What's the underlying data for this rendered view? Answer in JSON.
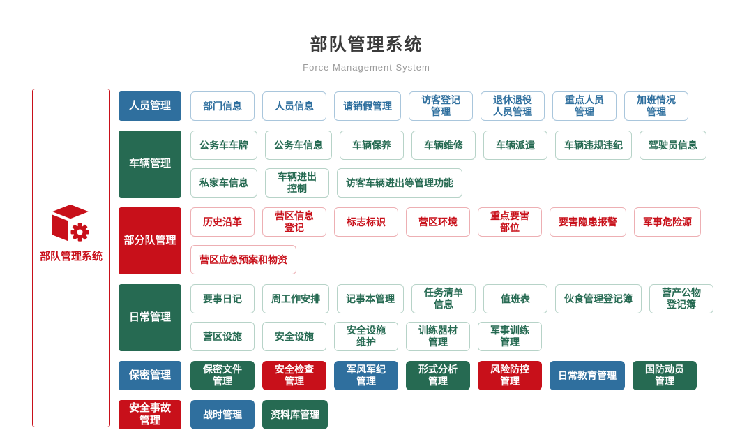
{
  "title": "部队管理系统",
  "subtitle": "Force Management System",
  "root": {
    "label": "部队管理系统",
    "icon": "cube-gear-icon"
  },
  "palette": {
    "blue": "#2f6f9e",
    "green": "#266a52",
    "red": "#c8101a"
  },
  "rows": [
    {
      "id": "personnel",
      "category": {
        "label": "人员管理",
        "color": "blue"
      },
      "lines": [
        [
          {
            "label": "部门信息",
            "color": "blue",
            "style": "outline"
          },
          {
            "label": "人员信息",
            "color": "blue",
            "style": "outline"
          },
          {
            "label": "请销假管理",
            "color": "blue",
            "style": "outline"
          },
          {
            "label": "访客登记\n管理",
            "color": "blue",
            "style": "outline"
          },
          {
            "label": "退休退役\n人员管理",
            "color": "blue",
            "style": "outline"
          },
          {
            "label": "重点人员\n管理",
            "color": "blue",
            "style": "outline"
          },
          {
            "label": "加班情况\n管理",
            "color": "blue",
            "style": "outline"
          }
        ]
      ]
    },
    {
      "id": "vehicle",
      "category": {
        "label": "车辆管理",
        "color": "green"
      },
      "lines": [
        [
          {
            "label": "公务车车牌",
            "color": "green",
            "style": "outline"
          },
          {
            "label": "公务车信息",
            "color": "green",
            "style": "outline"
          },
          {
            "label": "车辆保养",
            "color": "green",
            "style": "outline"
          },
          {
            "label": "车辆维修",
            "color": "green",
            "style": "outline"
          },
          {
            "label": "车辆派遣",
            "color": "green",
            "style": "outline"
          },
          {
            "label": "车辆违规违纪",
            "color": "green",
            "style": "outline"
          },
          {
            "label": "驾驶员信息",
            "color": "green",
            "style": "outline"
          }
        ],
        [
          {
            "label": "私家车信息",
            "color": "green",
            "style": "outline"
          },
          {
            "label": "车辆进出\n控制",
            "color": "green",
            "style": "outline"
          },
          {
            "label": "访客车辆进出等管理功能",
            "color": "green",
            "style": "outline"
          }
        ]
      ]
    },
    {
      "id": "subunit",
      "category": {
        "label": "部分队管理",
        "color": "red"
      },
      "lines": [
        [
          {
            "label": "历史沿革",
            "color": "red",
            "style": "outline"
          },
          {
            "label": "营区信息\n登记",
            "color": "red",
            "style": "outline"
          },
          {
            "label": "标志标识",
            "color": "red",
            "style": "outline"
          },
          {
            "label": "营区环境",
            "color": "red",
            "style": "outline"
          },
          {
            "label": "重点要害\n部位",
            "color": "red",
            "style": "outline"
          },
          {
            "label": "要害隐患报警",
            "color": "red",
            "style": "outline"
          },
          {
            "label": "军事危险源",
            "color": "red",
            "style": "outline"
          }
        ],
        [
          {
            "label": "营区应急预案和物资",
            "color": "red",
            "style": "outline"
          }
        ]
      ]
    },
    {
      "id": "daily",
      "category": {
        "label": "日常管理",
        "color": "green"
      },
      "lines": [
        [
          {
            "label": "要事日记",
            "color": "green",
            "style": "outline"
          },
          {
            "label": "周工作安排",
            "color": "green",
            "style": "outline"
          },
          {
            "label": "记事本管理",
            "color": "green",
            "style": "outline"
          },
          {
            "label": "任务清单\n信息",
            "color": "green",
            "style": "outline"
          },
          {
            "label": "值班表",
            "color": "green",
            "style": "outline"
          },
          {
            "label": "伙食管理登记簿",
            "color": "green",
            "style": "outline"
          },
          {
            "label": "营产公物\n登记簿",
            "color": "green",
            "style": "outline"
          }
        ],
        [
          {
            "label": "营区设施",
            "color": "green",
            "style": "outline"
          },
          {
            "label": "安全设施",
            "color": "green",
            "style": "outline"
          },
          {
            "label": "安全设施\n维护",
            "color": "green",
            "style": "outline"
          },
          {
            "label": "训练器材\n管理",
            "color": "green",
            "style": "outline"
          },
          {
            "label": "军事训练\n管理",
            "color": "green",
            "style": "outline"
          }
        ]
      ]
    },
    {
      "id": "secrecy",
      "category": {
        "label": "保密管理",
        "color": "blue"
      },
      "lines": [
        [
          {
            "label": "保密文件\n管理",
            "color": "green",
            "style": "solid"
          },
          {
            "label": "安全检查\n管理",
            "color": "red",
            "style": "solid"
          },
          {
            "label": "军风军纪\n管理",
            "color": "blue",
            "style": "solid"
          },
          {
            "label": "形式分析\n管理",
            "color": "green",
            "style": "solid"
          },
          {
            "label": "风险防控\n管理",
            "color": "red",
            "style": "solid"
          },
          {
            "label": "日常教育管理",
            "color": "blue",
            "style": "solid"
          },
          {
            "label": "国防动员\n管理",
            "color": "green",
            "style": "solid"
          }
        ]
      ]
    },
    {
      "id": "incident",
      "category": {
        "label": "安全事故\n管理",
        "color": "red"
      },
      "lines": [
        [
          {
            "label": "战时管理",
            "color": "blue",
            "style": "solid"
          },
          {
            "label": "资料库管理",
            "color": "green",
            "style": "solid"
          }
        ]
      ]
    }
  ]
}
